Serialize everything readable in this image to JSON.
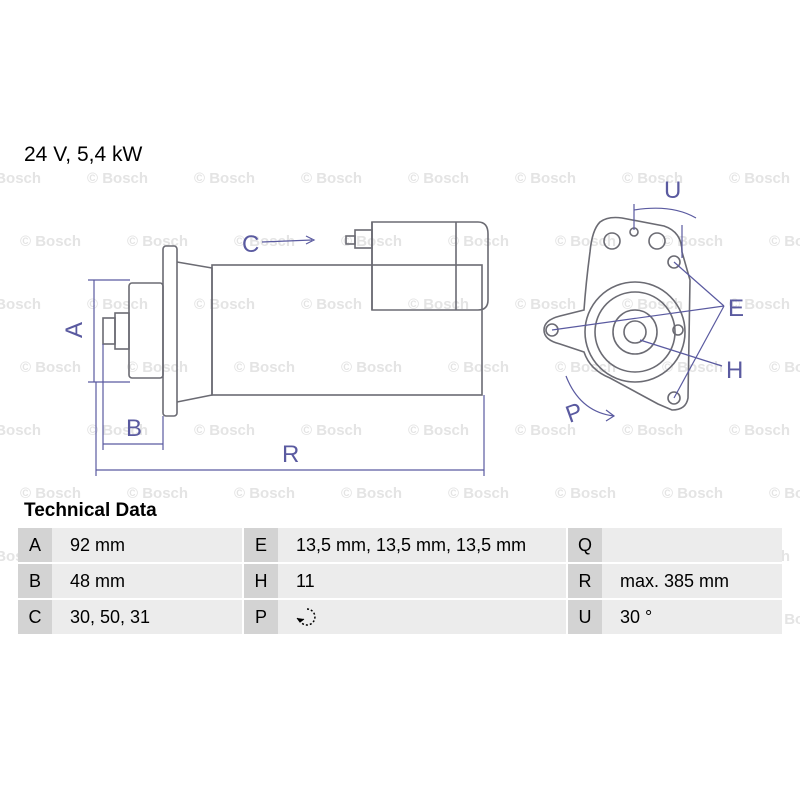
{
  "header": {
    "title": "24 V, 5,4 kW"
  },
  "watermark": {
    "text": "© Bosch"
  },
  "diagram": {
    "labels": {
      "A": "A",
      "B": "B",
      "C": "C",
      "R": "R",
      "U": "U",
      "E": "E",
      "H": "H",
      "P": "P"
    }
  },
  "technical_data": {
    "title": "Technical Data",
    "rows": [
      {
        "k1": "A",
        "v1": "92 mm",
        "k2": "E",
        "v2": "13,5 mm, 13,5 mm, 13,5 mm",
        "k3": "Q",
        "v3": ""
      },
      {
        "k1": "B",
        "v1": "48 mm",
        "k2": "H",
        "v2": "11",
        "k3": "R",
        "v3": "max. 385 mm"
      },
      {
        "k1": "C",
        "v1": "30, 50, 31",
        "k2": "P",
        "v2": "",
        "v2_icon": "clockwise-rotation-icon",
        "k3": "U",
        "v3": "30 °"
      }
    ]
  },
  "colors": {
    "drawing_line": "#6b6b73",
    "dimension_line": "#5a5aa0",
    "table_key_bg": "#d3d3d3",
    "table_value_bg": "#ececec"
  }
}
